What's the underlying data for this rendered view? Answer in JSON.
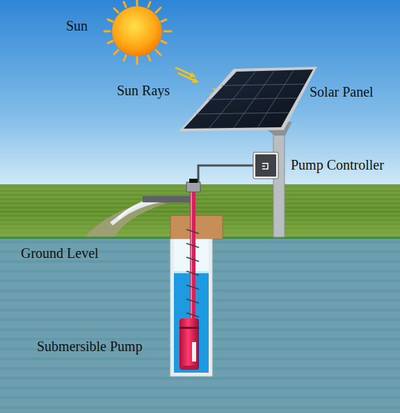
{
  "diagram": {
    "labels": [
      "Sun",
      "Sun Rays",
      "Solar Panel",
      "Pump Controller",
      "Ground Level",
      "Submersible Pump"
    ]
  }
}
